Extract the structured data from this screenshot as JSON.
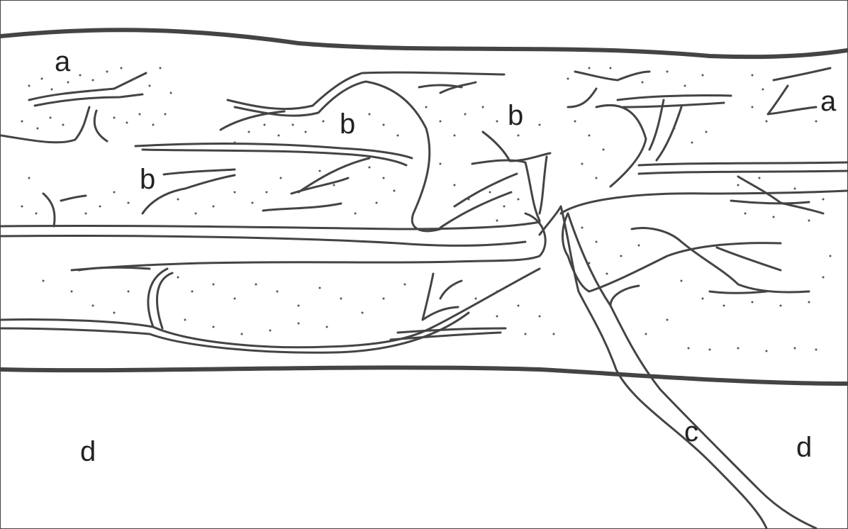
{
  "figure": {
    "labels": {
      "a_left": "a",
      "a_right": "a",
      "b_center": "b",
      "b_right": "b",
      "b_left": "b",
      "c": "c",
      "d_left": "d",
      "d_right": "d"
    },
    "colors": {
      "ink": "#444444",
      "background": "#ffffff"
    }
  }
}
